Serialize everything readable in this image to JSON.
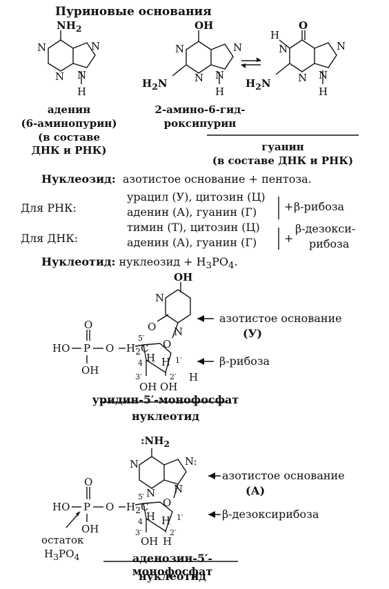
{
  "heading": "Пуриновые основания",
  "purines": {
    "adenine": {
      "atoms": {
        "nh2": "NH",
        "nh2_sub": "2",
        "n1": "N",
        "n3": "N",
        "n7": "N",
        "n9": "N",
        "h": "H"
      },
      "name": "аденин",
      "alt": "(6-аминопурин)",
      "note1": "(в составе",
      "note2": "ДНК и РНК)"
    },
    "guanine_enol": {
      "atoms": {
        "oh": "OH",
        "h2n": "H",
        "h2n_sub": "2",
        "h2n_n": "N",
        "n1": "N",
        "n3": "N",
        "n7": "N",
        "n9": "N",
        "h": "H"
      },
      "name1": "2-амино-6-гид-",
      "name2": "роксипурин"
    },
    "guanine_keto": {
      "atoms": {
        "o": "O",
        "h_top": "H",
        "h2n": "H",
        "h2n_sub": "2",
        "h2n_n": "N",
        "n1": "N",
        "n3": "N",
        "n7": "N",
        "n9": "N",
        "h": "H"
      }
    },
    "guanine_label1": "гуанин",
    "guanine_label2": "(в составе ДНК и РНК)"
  },
  "nucleoside": {
    "term": "Нуклеозид:",
    "definition": "азотистое основание + пентоза."
  },
  "rna": {
    "label": "Для РНК:",
    "line1": "урацил (У), цитозин (Ц)",
    "line2": "аденин (А), гуанин (Г)",
    "plus": "+",
    "sugar": "β-рибоза"
  },
  "dna": {
    "label": "Для ДНК:",
    "line1": "тимин (Т), цитозин (Ц)",
    "line2": "аденин (А), гуанин (Г)",
    "plus": "+",
    "sugar1": "β-дезокси-",
    "sugar2": "рибоза"
  },
  "nucleotide": {
    "term": "Нуклеотид:",
    "definition_prefix": "нуклеозид + H",
    "sub1": "3",
    "mid": "PO",
    "sub2": "4",
    "suffix": "."
  },
  "ump": {
    "atoms": {
      "oh": "OH",
      "n3": "N",
      "n1": "N",
      "o2": "O",
      "o_top": "O",
      "ho": "HO",
      "p": "P",
      "o_link": "O",
      "h2c": "H",
      "h2c_sub": "2",
      "c": "C",
      "oh_bottom": "OH",
      "ring_o": "O",
      "h_left": "H",
      "h_right": "H",
      "oh3": "OH",
      "oh2": "OH",
      "h_out": "H",
      "c5": "5′",
      "c4": "4",
      "c3": "3′",
      "c2": "2′",
      "c1": "1′"
    },
    "base_label": "азотистое основание",
    "base_letter": "(У)",
    "sugar_label": "β-рибоза",
    "name": "уридин-5′-монофосфат",
    "kind": "нуклеотид"
  },
  "damp": {
    "atoms": {
      "nh2": ":NH",
      "nh2_sub": "2",
      "n1": "N",
      "n3": "N",
      "n7": "N:",
      "n9": "N",
      "o_top": "O",
      "ho": "HO",
      "p": "P",
      "o_link": "O",
      "h2c": "H",
      "h2c_sub": "2",
      "c": "C",
      "oh_bottom": "OH",
      "ring_o": "O",
      "h_left": "H",
      "h_right": "H",
      "oh3": "OH",
      "h2": "H",
      "c5": "5′",
      "c4": "4",
      "c3": "3′",
      "c2": "2′",
      "c1": "1′"
    },
    "base_label": "азотистое основание",
    "base_letter": "(А)",
    "sugar_label": "β-дезоксирибоза",
    "residue1": "остаток",
    "residue2_prefix": "H",
    "residue2_sub1": "3",
    "residue2_mid": "PO",
    "residue2_sub2": "4",
    "name": "аденозин-5′-монофосфат",
    "kind": "нуклеотид"
  }
}
